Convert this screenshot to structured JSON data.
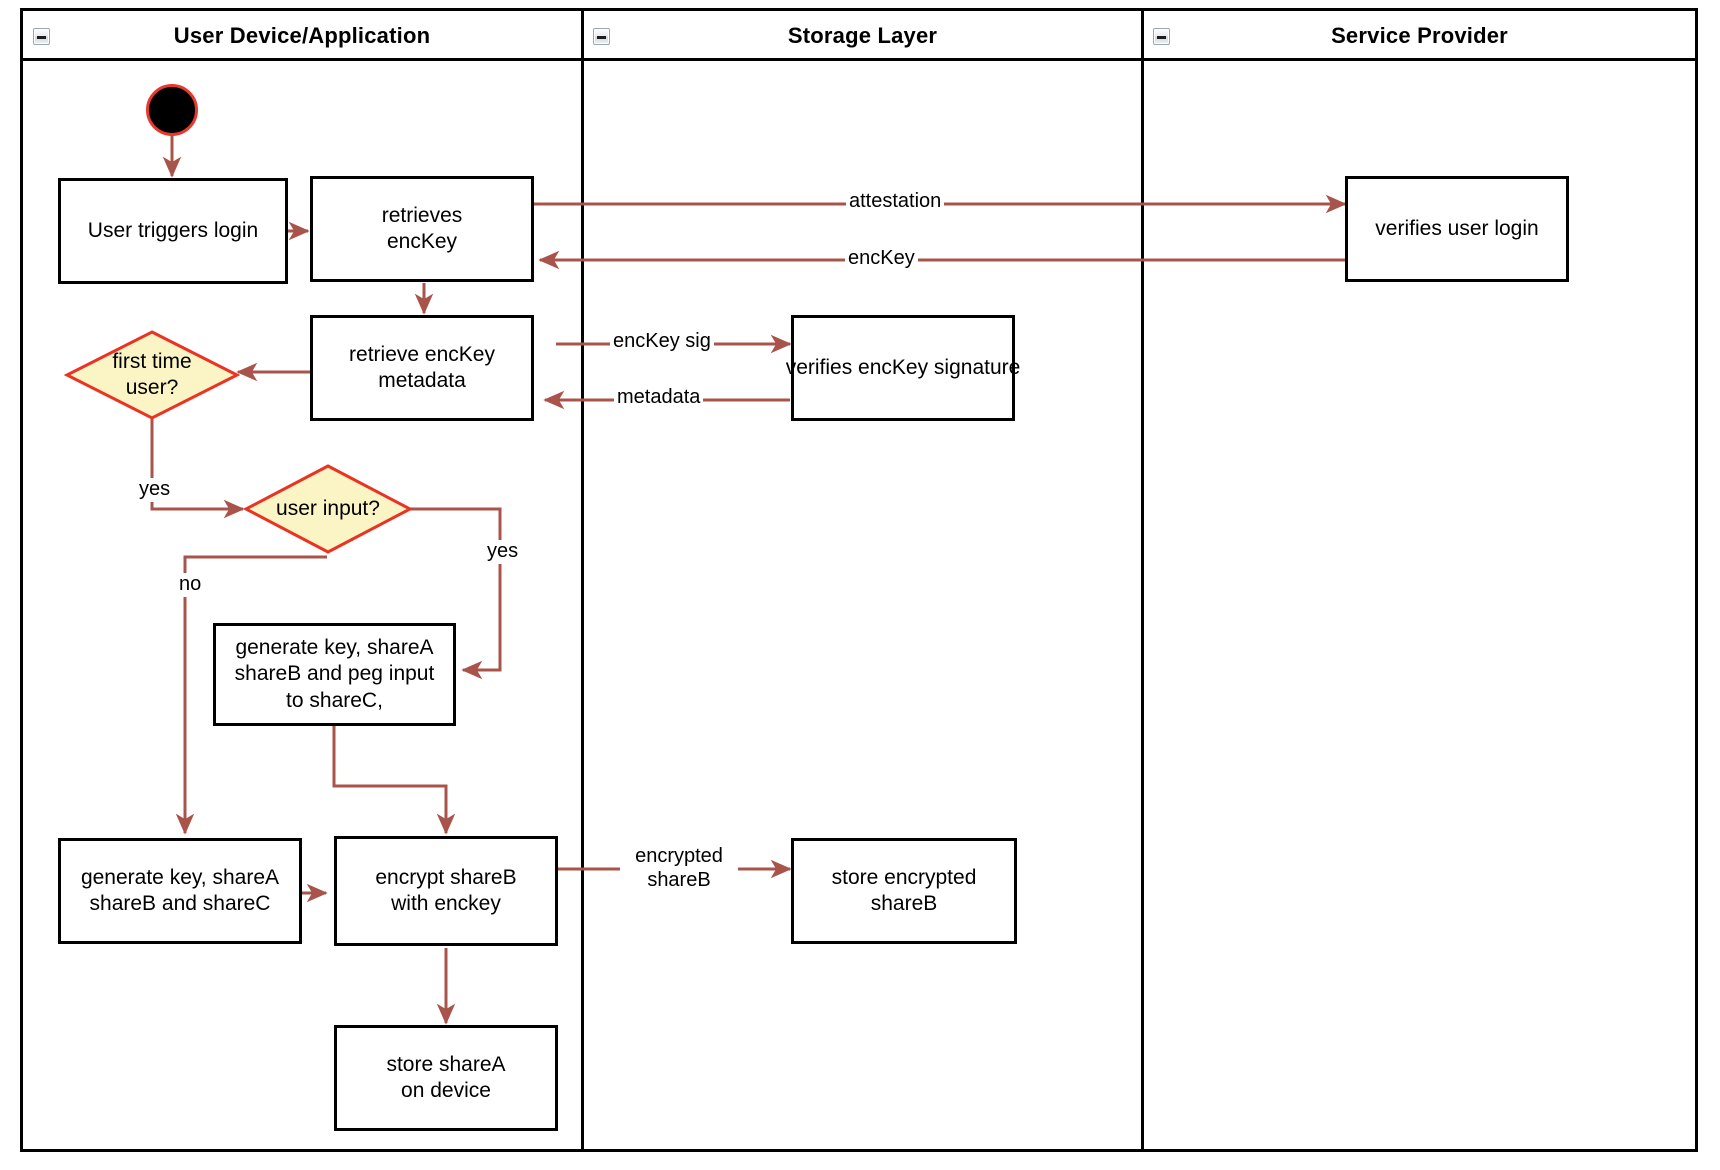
{
  "diagram": {
    "type": "swimlane-activity-diagram",
    "accent_color": "#a9544b",
    "decision_fill": "#fbf4c4",
    "decision_stroke": "#ea3323",
    "node_stroke": "#000000",
    "start_node_fill": "#000000",
    "start_node_stroke": "#e8392c"
  },
  "lanes": [
    {
      "id": "user-device",
      "title": "User Device/Application",
      "collapse_icon": "minus-icon"
    },
    {
      "id": "storage-layer",
      "title": "Storage Layer",
      "collapse_icon": "minus-icon"
    },
    {
      "id": "service-provider",
      "title": "Service Provider",
      "collapse_icon": "minus-icon"
    }
  ],
  "nodes": {
    "start": {
      "label": "",
      "icon": "start-node"
    },
    "user_triggers_login": {
      "label": "User triggers login"
    },
    "retrieves_enckey": {
      "label": "retrieves\nencKey"
    },
    "verifies_user_login": {
      "label": "verifies user login"
    },
    "retrieve_enckey_metadata": {
      "label": "retrieve encKey\nmetadata"
    },
    "verifies_enckey_signature": {
      "label": "verifies encKey signature"
    },
    "first_time_user": {
      "label": "first time\nuser?"
    },
    "user_input": {
      "label": "user input?"
    },
    "generate_peg": {
      "label": "generate key, shareA\nshareB and peg input\nto shareC,"
    },
    "generate_shares": {
      "label": "generate key, shareA\nshareB and shareC"
    },
    "encrypt_shareb": {
      "label": "encrypt shareB\nwith enckey"
    },
    "store_encrypted_shareb": {
      "label": "store encrypted\nshareB"
    },
    "store_sharea": {
      "label": "store shareA\non device"
    }
  },
  "edge_labels": {
    "attestation": "attestation",
    "enckey": "encKey",
    "enckey_sig": "encKey sig",
    "metadata": "metadata",
    "first_time_yes": "yes",
    "user_input_yes": "yes",
    "user_input_no": "no",
    "encrypted_shareb": "encrypted\nshareB"
  }
}
